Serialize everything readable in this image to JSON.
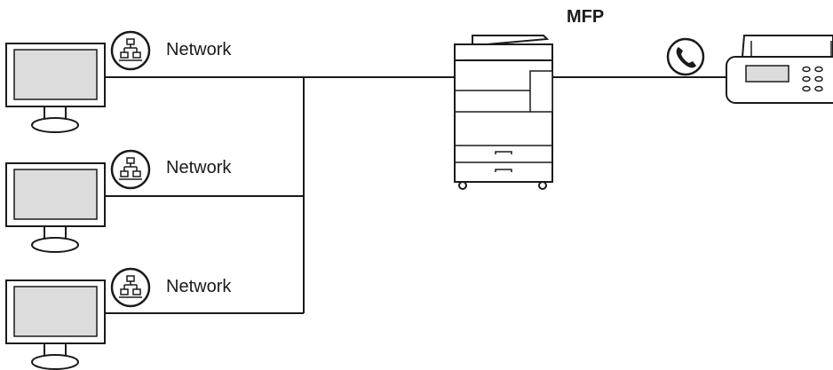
{
  "diagram": {
    "mfp_label": "MFP",
    "computers": [
      {
        "network_label": "Network",
        "icon": "network-icon"
      },
      {
        "network_label": "Network",
        "icon": "network-icon"
      },
      {
        "network_label": "Network",
        "icon": "network-icon"
      }
    ],
    "fax": {
      "icon": "telephone-handset-icon"
    },
    "colors": {
      "line": "#1a1a1a",
      "device_fill": "#ffffff",
      "screen_fill": "#dcdcdc"
    }
  }
}
